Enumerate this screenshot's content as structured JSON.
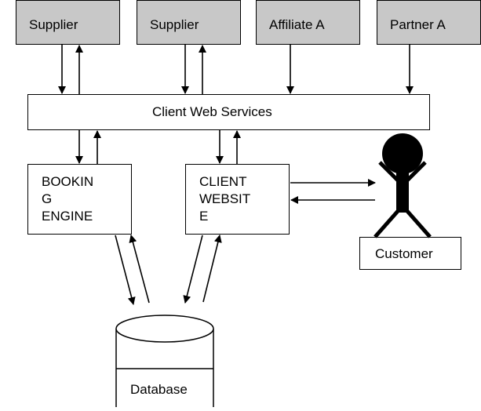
{
  "external_parties": [
    {
      "label": "Supplier"
    },
    {
      "label": "Supplier"
    },
    {
      "label": "Affiliate A"
    },
    {
      "label": "Partner A"
    }
  ],
  "web_services": {
    "label": "Client Web Services"
  },
  "booking_engine": {
    "label_lines": [
      "BOOKIN",
      "G",
      "ENGINE"
    ]
  },
  "client_website": {
    "label_lines": [
      "CLIENT",
      "WEBSIT",
      "E"
    ]
  },
  "customer": {
    "label": "Customer"
  },
  "database": {
    "label": "Database"
  }
}
